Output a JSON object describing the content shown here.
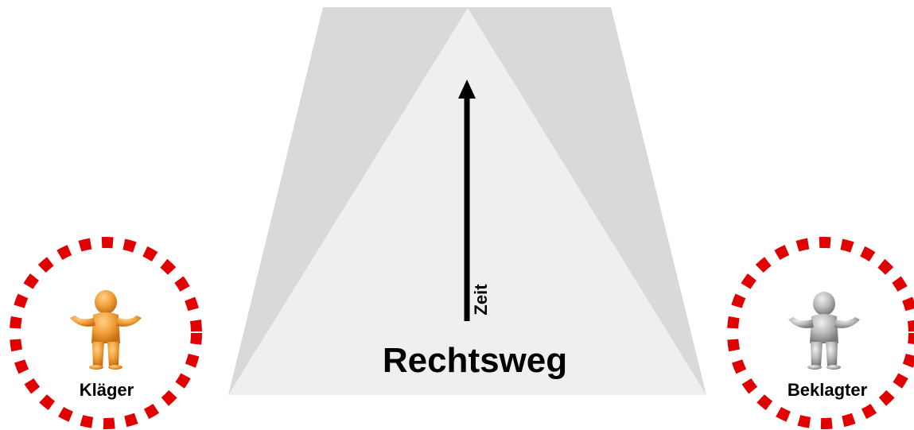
{
  "diagram": {
    "center_label": "Rechtsweg",
    "arrow_label": "Zeit",
    "left_party": {
      "label": "Kläger",
      "figure_color": "#e8901f",
      "icon": "person-shrugging-icon"
    },
    "right_party": {
      "label": "Beklagter",
      "figure_color": "#9a9a9a",
      "icon": "person-shrugging-icon"
    },
    "colors": {
      "trapezoid": "#d9d9d9",
      "triangle": "#efefef",
      "ring": "#e00000",
      "arrow": "#000000"
    }
  }
}
